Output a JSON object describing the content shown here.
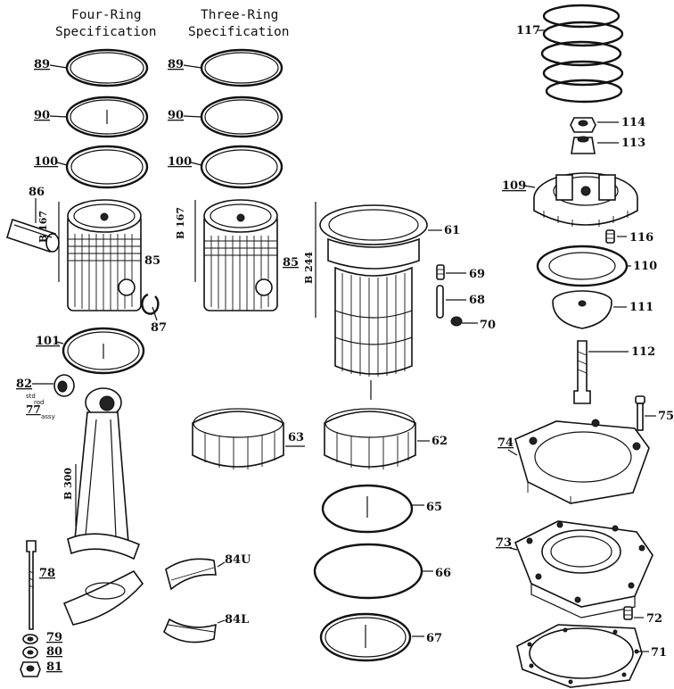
{
  "headers": {
    "four_ring_line1": "Four-Ring",
    "four_ring_line2": "Specification",
    "three_ring_line1": "Three-Ring",
    "three_ring_line2": "Specification"
  },
  "labels": {
    "p89a": "89",
    "p90a": "90",
    "p100a": "100",
    "p89b": "89",
    "p90b": "90",
    "p100b": "100",
    "p86": "86",
    "p85a": "85",
    "p85b": "85",
    "p87": "87",
    "p101": "101",
    "p82": "82",
    "p77": "77",
    "std": "std",
    "rod": "rod",
    "assy": "assy",
    "p78": "78",
    "p79": "79",
    "p80": "80",
    "p81": "81",
    "p84u": "84U",
    "p84l": "84L",
    "p63": "63",
    "p62": "62",
    "p61": "61",
    "p69": "69",
    "p68": "68",
    "p70": "70",
    "p65": "65",
    "p66": "66",
    "p67": "67",
    "p117": "117",
    "p114": "114",
    "p113": "113",
    "p109": "109",
    "p116": "116",
    "p110": "110",
    "p111": "111",
    "p112": "112",
    "p75": "75",
    "p74": "74",
    "p73": "73",
    "p72": "72",
    "p71": "71"
  },
  "dimensions": {
    "b167a": "B 167",
    "b167b": "B 167",
    "b244": "B 244",
    "b300": "B 300"
  }
}
